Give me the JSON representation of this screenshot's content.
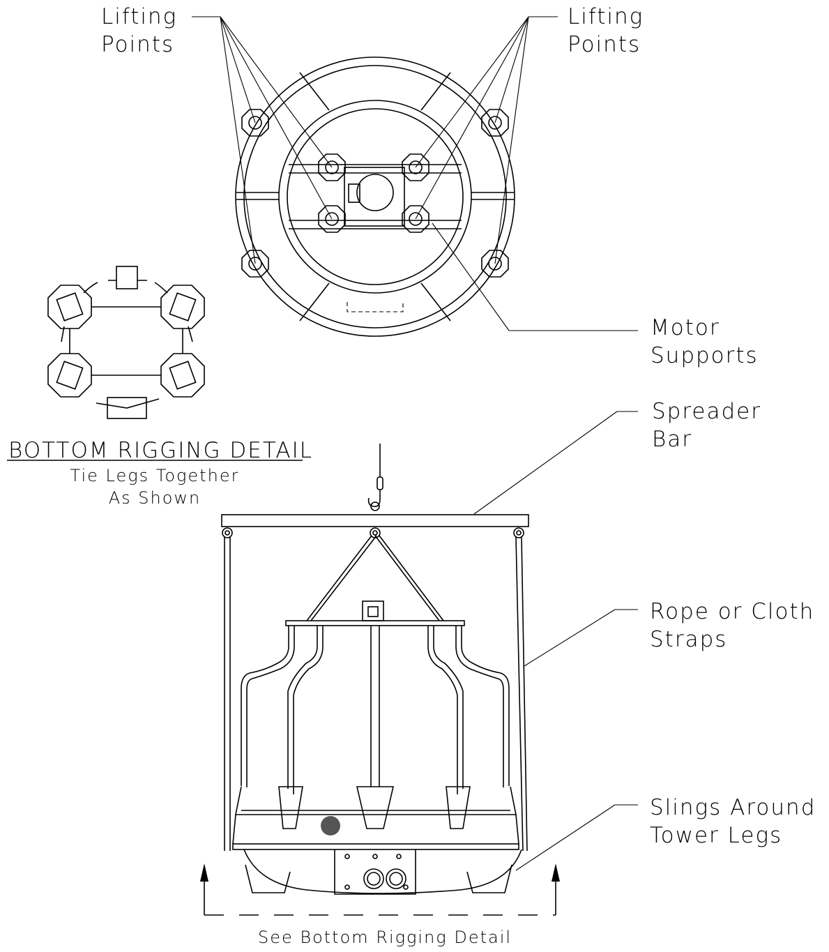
{
  "labels": {
    "lifting_points_left": [
      "Lifting",
      "Points"
    ],
    "lifting_points_right": [
      "Lifting",
      "Points"
    ],
    "motor_supports": [
      "Motor",
      "Supports"
    ],
    "spreader_bar": [
      "Spreader",
      "Bar"
    ],
    "rope_straps": [
      "Rope or Cloth",
      "Straps"
    ],
    "slings": [
      "Slings Around",
      "Tower Legs"
    ],
    "bottom_detail_title": "BOTTOM RIGGING DETAIL",
    "bottom_detail_sub1": "Tie Legs Together",
    "bottom_detail_sub2": "As Shown",
    "see_detail": "See Bottom Rigging Detail"
  },
  "colors": {
    "line": "#000000",
    "background": "#ffffff"
  }
}
